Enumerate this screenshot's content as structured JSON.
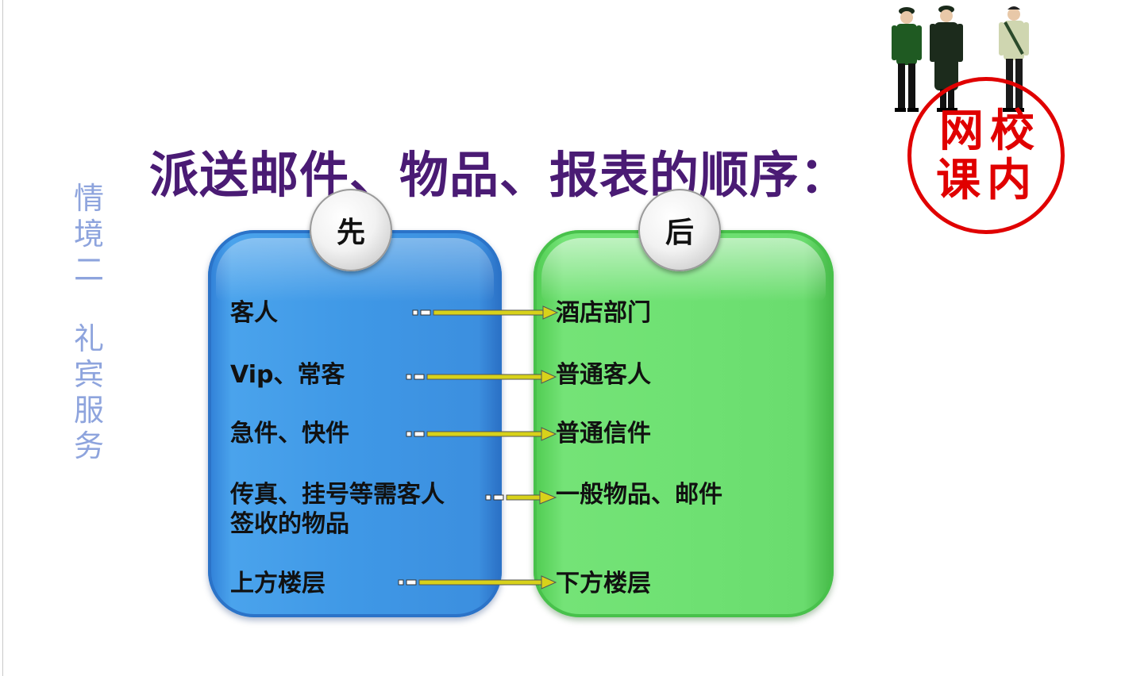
{
  "side_title": {
    "part1": [
      "情",
      "境",
      "二"
    ],
    "part2": [
      "礼",
      "宾",
      "服",
      "务"
    ]
  },
  "title": "派送邮件、物品、报表的顺序：",
  "left_panel": {
    "badge": "先",
    "items": [
      "客人",
      "Vip、常客",
      "急件、快件",
      "传真、挂号等需客人",
      "签收的物品",
      "上方楼层"
    ]
  },
  "right_panel": {
    "badge": "后",
    "items": [
      "酒店部门",
      "普通客人",
      "普通信件",
      "一般物品、邮件",
      "下方楼层"
    ]
  },
  "stamp": {
    "chars": [
      "网",
      "校",
      "课",
      "内"
    ]
  },
  "colors": {
    "left_panel": "#3f98e6",
    "right_panel": "#6fe173",
    "title": "#4a1b74",
    "side_title": "#8ea4dd",
    "stamp": "#e00000",
    "arrow": "#d8d21a"
  }
}
